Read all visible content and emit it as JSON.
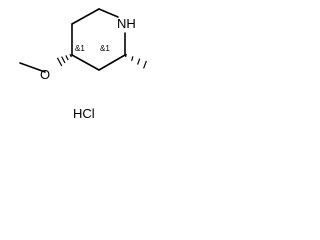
{
  "structure": {
    "ring_nitrogen_label": "NH",
    "oxygen_label": "O",
    "stereo_c4_label": "&1",
    "stereo_c2_label": "&1",
    "salt_label": "HCl"
  }
}
